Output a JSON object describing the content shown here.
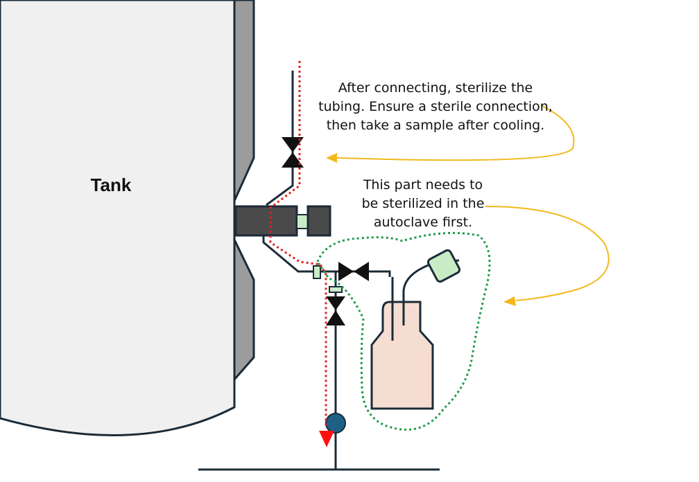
{
  "tank": {
    "label": "Tank"
  },
  "notes": {
    "sterilize_tubing": "After connecting, sterilize the tubing. Ensure a sterile connection, then take a sample after cooling.",
    "autoclave": "This part needs to be sterilized in the autoclave first."
  },
  "colors": {
    "tank_fill": "#f0f0f1",
    "outline": "#1b2b38",
    "wall": "#9c9c9c",
    "flange": "#4a4a4a",
    "bottle": "#f6ddd2",
    "filter": "#c9ecc6",
    "sample_path": "#e02020",
    "sterile_zone": "#1f9a4a",
    "annotation_arrow": "#f2b81c",
    "pump": "#1e5f86"
  }
}
